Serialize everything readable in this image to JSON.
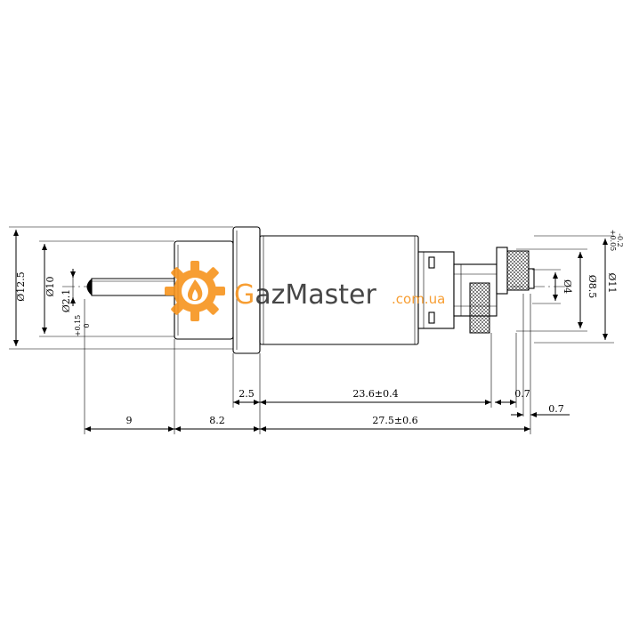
{
  "colors": {
    "line": "#000000",
    "logo_orange": "#f7941d",
    "brand_text": "#333333"
  },
  "logo": {
    "icon": "gear-flame-icon",
    "name": "GazMaster",
    "domain": ".com.ua"
  },
  "dimensions": {
    "dia_12_5": "Ø12.5",
    "dia_10": "Ø10",
    "dia_2_1": "Ø2.1",
    "dia_2_1_tol_upper": "+0.15",
    "dia_2_1_tol_lower": "0",
    "dia_4": "Ø4",
    "dia_8_5": "Ø8.5",
    "dia_11": "Ø11",
    "dia_11_tol_upper": "+0.05",
    "dia_11_tol_lower": "-0.2",
    "len_2_5": "2.5",
    "len_23_6": "23.6±0.4",
    "len_0_7_a": "0.7",
    "len_0_7_b": "0.7",
    "len_9": "9",
    "len_8_2": "8.2",
    "len_27_5": "27.5±0.6"
  }
}
